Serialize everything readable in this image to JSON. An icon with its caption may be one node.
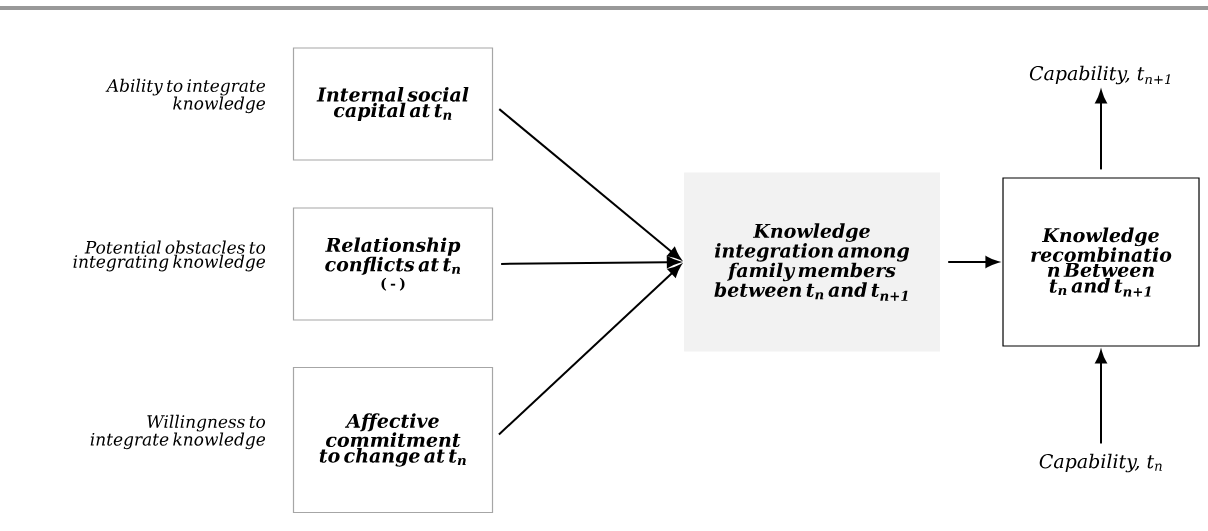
{
  "diagram": {
    "nodes": [
      {
        "text": [
          "Internal social capital at t$_{n}$"
        ],
        "beside": [
          "Ability to integrate knowledge"
        ]
      },
      {
        "text": [
          "Relationship conflicts at t$_{n}$",
          "( - )"
        ],
        "beside": [
          "Potential obstacles to integrating knowledge"
        ]
      },
      {
        "text": [
          "Affective commitment to change at t$_{n}$"
        ],
        "beside": [
          "Willingness to integrate knowledge"
        ]
      },
      {
        "text": [
          "Knowledge integration among family members between t$_{n}$ and t$_{n+1}$"
        ]
      },
      {
        "text": [
          "Knowledge recombinatio n Between t$_{n}$ and t$_{n+1}$"
        ]
      },
      {
        "text": [
          "Capability, t$_{n+1}$"
        ]
      },
      {
        "text": [
          "Capability, t$_{n}$"
        ]
      }
    ],
    "edges": [
      {
        "from": 0,
        "to": 3,
        "arrow": "to"
      },
      {
        "from": 1,
        "to": 3,
        "arrow": "to"
      },
      {
        "from": 2,
        "to": 3,
        "arrow": "to"
      },
      {
        "from": 3,
        "to": 4,
        "arrow": "to"
      },
      {
        "from": 4,
        "to": 5,
        "arrow": "to"
      },
      {
        "from": 6,
        "to": 4,
        "arrow": "to"
      }
    ]
  }
}
